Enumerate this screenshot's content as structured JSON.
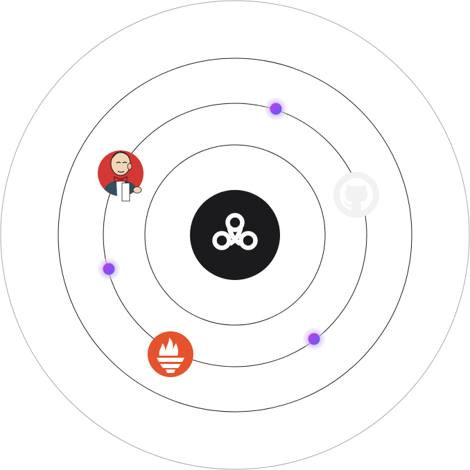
{
  "center": {
    "icon": "triple-loop-logo-icon",
    "bg_color": "#1b1b1d",
    "fg_color": "#ffffff"
  },
  "orbits": [
    {
      "name": "orbit-outermost",
      "color": "#a8a8a8"
    },
    {
      "name": "orbit-outer",
      "color": "#1a1a1a"
    },
    {
      "name": "orbit-middle",
      "color": "#1a1a1a"
    },
    {
      "name": "orbit-inner",
      "color": "#1a1a1a"
    }
  ],
  "integrations": [
    {
      "name": "jenkins-icon",
      "bg_color": "#d33833"
    },
    {
      "name": "github-icon",
      "bg_color": "#f2f2f2"
    },
    {
      "name": "prometheus-icon",
      "bg_color": "#e6522c"
    }
  ],
  "glow_dot": {
    "core_gradient": [
      "#c43de8",
      "#5b5ef7"
    ],
    "halo_color": "#c9a8f0"
  }
}
